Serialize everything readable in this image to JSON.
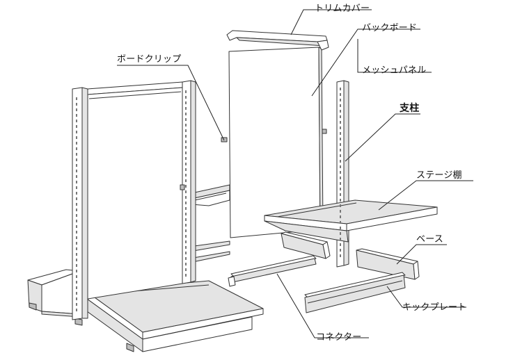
{
  "labels": {
    "trim_cover": "トリムカバー",
    "back_board": "バックボード",
    "mesh_panel": "メッシュパネル",
    "board_clip": "ボードクリップ",
    "post": "支柱",
    "stage_shelf": "ステージ棚",
    "base": "ベース",
    "kick_plate": "キックプレート",
    "connector": "コネクター"
  }
}
